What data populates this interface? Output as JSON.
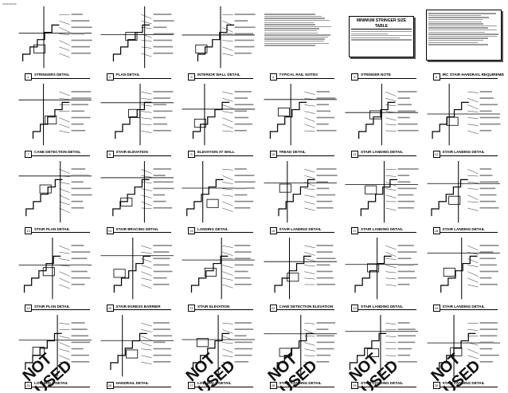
{
  "sheet_label": "STAIRS/RAIL",
  "not_used_label": "NOT USED",
  "stringer_table": {
    "title": "MINIMUM STRINGER SIZE TABLE"
  },
  "details": [
    {
      "num": "1",
      "title": "STRINGERS DETAIL"
    },
    {
      "num": "2",
      "title": "PLAN DETAIL"
    },
    {
      "num": "3",
      "title": "INTERIOR WALL DETAIL"
    },
    {
      "num": "4",
      "title": "TYPICAL RAIL NOTES"
    },
    {
      "num": "5",
      "title": "STRINGER NOTE"
    },
    {
      "num": "6",
      "title": "IRC STAIR HANDRAIL REQUIREMENTS"
    },
    {
      "num": "7",
      "title": "CANE DETECTION DETAIL"
    },
    {
      "num": "8",
      "title": "STAIR ELEVATION"
    },
    {
      "num": "9",
      "title": "ELEVATION AT WALL"
    },
    {
      "num": "10",
      "title": "TREAD DETAIL"
    },
    {
      "num": "11",
      "title": "STAIR LANDING DETAIL"
    },
    {
      "num": "12",
      "title": "STAIR LANDING DETAIL"
    },
    {
      "num": "13",
      "title": "STAIR PLAN DETAIL"
    },
    {
      "num": "14",
      "title": "STAIR BRACING DETAIL"
    },
    {
      "num": "15",
      "title": "LANDING DETAIL"
    },
    {
      "num": "16",
      "title": "STAIR LANDING DETAIL"
    },
    {
      "num": "17",
      "title": "STAIR LANDING DETAIL"
    },
    {
      "num": "18",
      "title": "STAIR LANDING DETAIL"
    },
    {
      "num": "19",
      "title": "STAIR PLAN DETAIL"
    },
    {
      "num": "20",
      "title": "STAIR EGRESS BARRIER"
    },
    {
      "num": "21",
      "title": "STAIR ELEVATION"
    },
    {
      "num": "22",
      "title": "CANE DETECTION ELEVATION"
    },
    {
      "num": "23",
      "title": "STAIR LANDING DETAIL"
    },
    {
      "num": "24",
      "title": "STAIR LANDING DETAIL"
    },
    {
      "num": "25",
      "title": "LOW WALL DETAIL",
      "not_used": true
    },
    {
      "num": "26",
      "title": "HANDRAIL DETAIL"
    },
    {
      "num": "27",
      "title": "LOW WALL DETAIL",
      "not_used": true
    },
    {
      "num": "28",
      "title": "STAIR LANDING DETAIL",
      "not_used": true
    },
    {
      "num": "29",
      "title": "STAIR LANDING DETAIL",
      "not_used": true
    },
    {
      "num": "30",
      "title": "STAIR LANDING DETAIL",
      "not_used": true
    }
  ]
}
